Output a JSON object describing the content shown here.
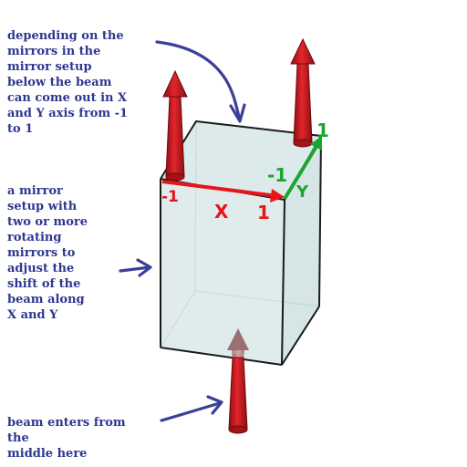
{
  "annotations": {
    "top": "depending on the\nmirrors in the\nmirror setup\nbelow the beam\ncan come out in X\nand Y axis from -1\nto 1",
    "middle": "a mirror\nsetup with\ntwo or more\nrotating\nmirrors to\nadjust the\nshift of the\nbeam along\nX and Y",
    "bottom": "beam enters from\nthe\nmiddle here"
  },
  "axes": {
    "x_axis": {
      "label": "X",
      "start_label": "-1",
      "end_label": "1",
      "color": "#e8141c"
    },
    "y_axis": {
      "label": "Y",
      "start_label": "-1",
      "end_label": "1",
      "color": "#1aa52e"
    }
  },
  "colors": {
    "annotation_text": "#2e3790",
    "pointer_arrow": "#3a3f96",
    "beam": "#c4161c",
    "box_fill": "#dce9ea",
    "box_edge": "#1a1a1a"
  }
}
